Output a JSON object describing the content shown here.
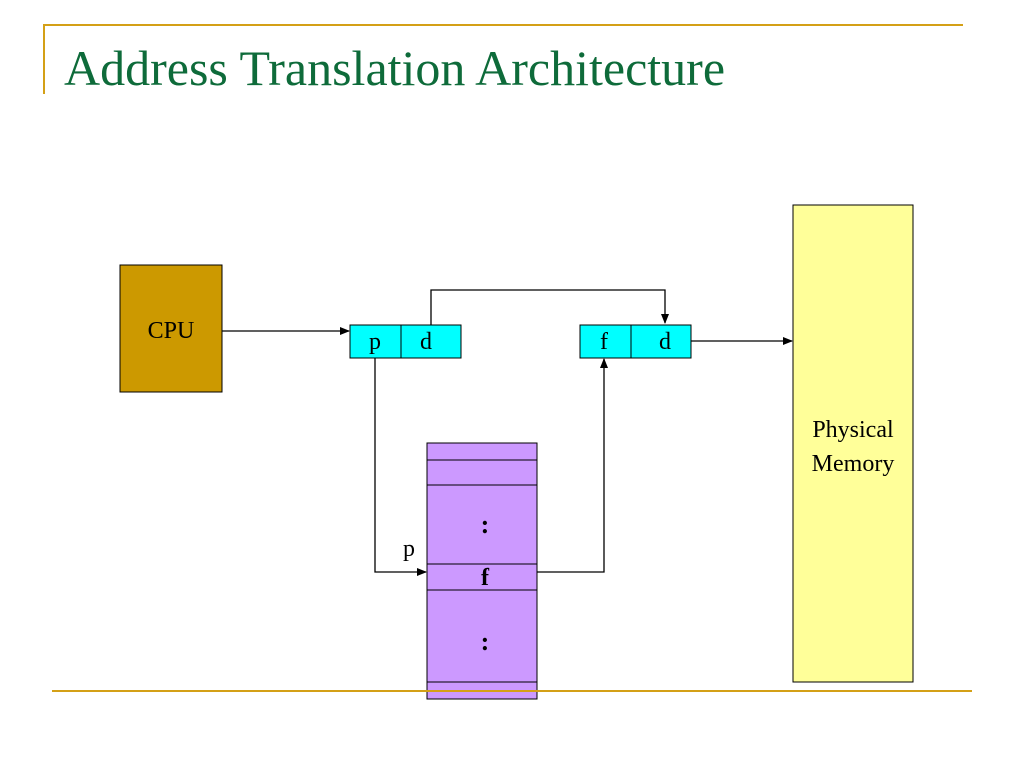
{
  "title": "Address Translation Architecture",
  "colors": {
    "title": "#0e6b3a",
    "rule": "#d4a017",
    "cpu_fill": "#cc9900",
    "address_fill": "#00ffff",
    "page_table_fill": "#cc99ff",
    "memory_fill": "#ffff99"
  },
  "cpu": {
    "label": "CPU"
  },
  "logical_address": {
    "page": "p",
    "offset": "d"
  },
  "physical_address": {
    "frame": "f",
    "offset": "d"
  },
  "page_table": {
    "index_label": "p",
    "dots_top": ":",
    "frame_entry": "f",
    "dots_bottom": ":"
  },
  "physical_memory": {
    "line1": "Physical",
    "line2": "Memory"
  }
}
